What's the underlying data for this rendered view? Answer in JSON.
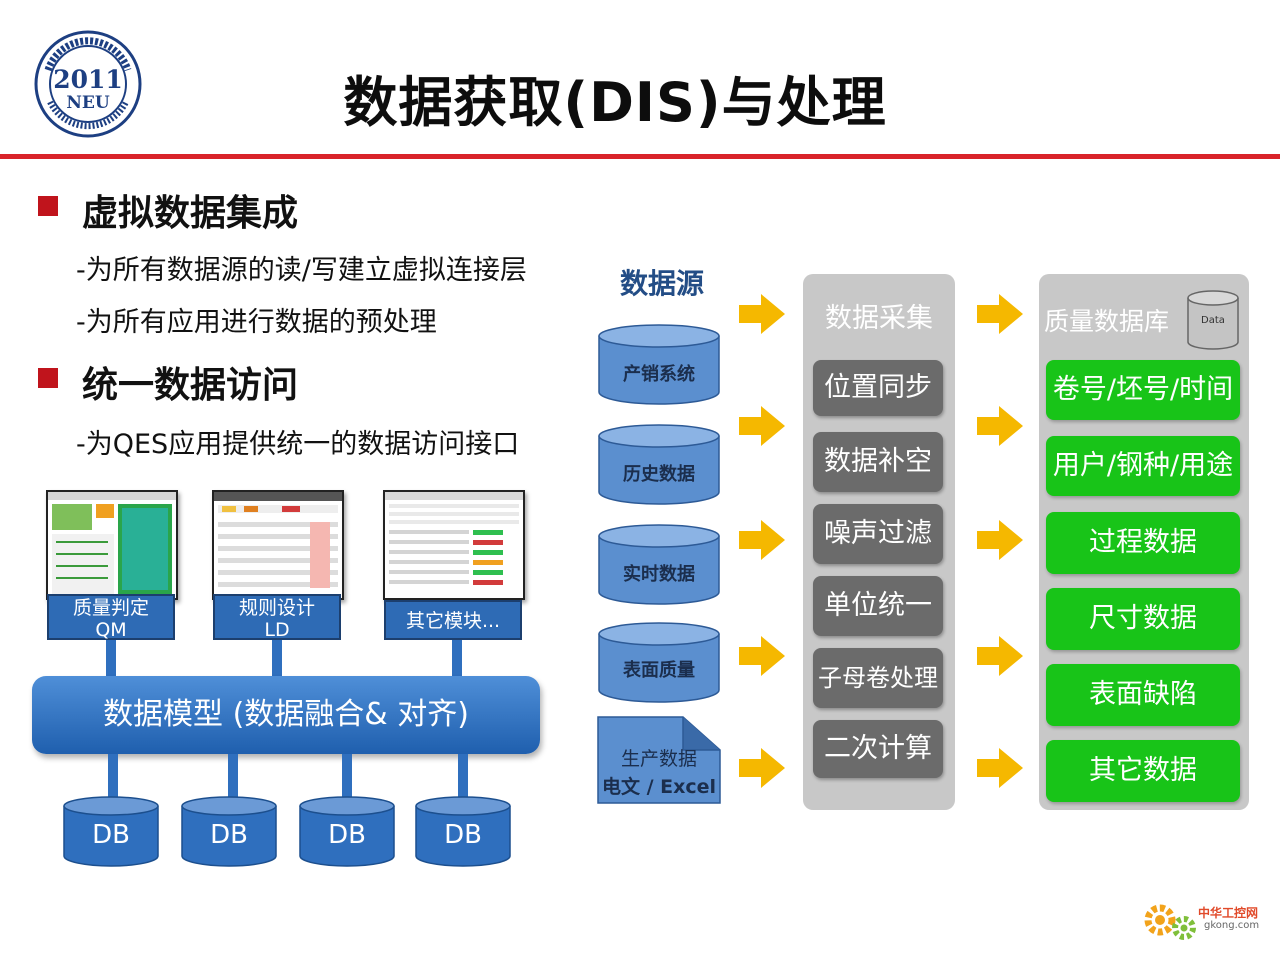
{
  "header": {
    "title": "数据获取(DIS)与处理",
    "logo": {
      "year": "2011",
      "abbr": "NEU",
      "icon": "university-seal-logo"
    }
  },
  "left": {
    "sections": [
      {
        "title": "虚拟数据集成",
        "items": [
          "-为所有数据源的读/写建立虚拟连接层",
          "-为所有应用进行数据的预处理"
        ]
      },
      {
        "title": "统一数据访问",
        "items": [
          "-为QES应用提供统一的数据访问接口"
        ]
      }
    ],
    "modules": [
      {
        "label": "质量判定\nQM"
      },
      {
        "label": "规则设计\nLD"
      },
      {
        "label": "其它模块..."
      }
    ],
    "data_model": "数据模型 (数据融合& 对齐)",
    "dbs": [
      "DB",
      "DB",
      "DB",
      "DB"
    ]
  },
  "diagram": {
    "sources_title": "数据源",
    "sources": [
      "产销系统",
      "历史数据",
      "实时数据",
      "表面质量"
    ],
    "doc_source": {
      "line1": "生产数据",
      "line2": "电文 / Excel"
    },
    "collect_title": "数据采集",
    "collect_steps": [
      "位置同步",
      "数据补空",
      "噪声过滤",
      "单位统一",
      "子母卷处理",
      "二次计算"
    ],
    "db_title": "质量数据库",
    "db_icon_label": "Data",
    "db_items": [
      "卷号/坯号/时间",
      "用户/钢种/用途",
      "过程数据",
      "尺寸数据",
      "表面缺陷",
      "其它数据"
    ],
    "colors": {
      "arrow": "#f5b800",
      "source_blue": "#4f86c6",
      "green": "#18c418",
      "gray_btn": "#6b6b6b"
    }
  },
  "watermark": {
    "line1": "中华工控网",
    "line2": "gkong.com"
  }
}
